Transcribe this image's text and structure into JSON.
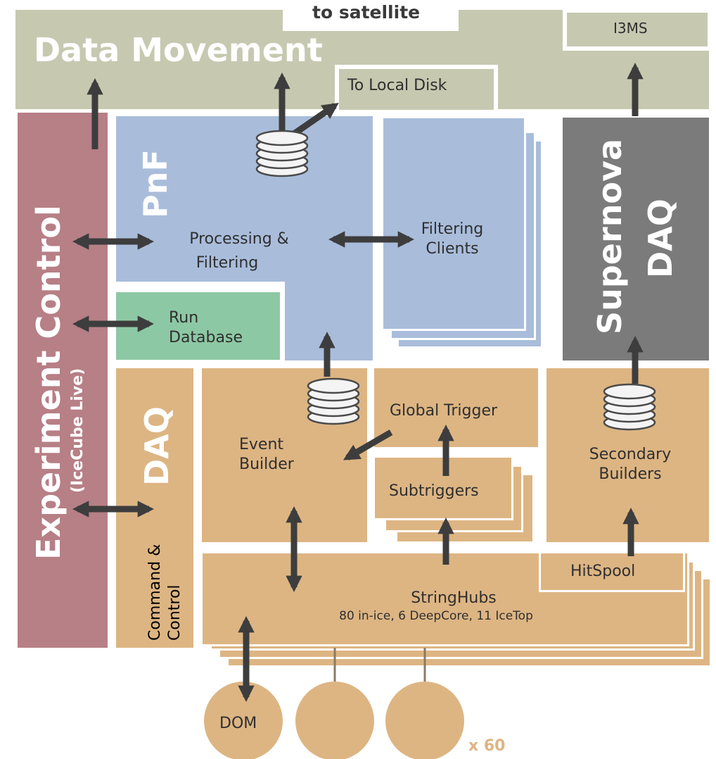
{
  "colors": {
    "data_movement": "#c6c9b0",
    "experiment_control": "#b77f86",
    "pnf": "#a9bddb",
    "run_database": "#8dc8a4",
    "daq": "#ddb583",
    "supernova": "#7b7b7b",
    "arrow": "#3d3d3d",
    "stack_line": "#4a4a4a"
  },
  "data_movement": {
    "title": "Data Movement",
    "to_satellite": "to satellite",
    "i3ms": "I3MS",
    "to_local_disk": "To Local Disk"
  },
  "experiment_control": {
    "title": "Experiment Control",
    "subtitle": "(IceCube Live)"
  },
  "pnf": {
    "title": "PnF",
    "processing_line1": "Processing &",
    "processing_line2": "Filtering"
  },
  "filtering_clients": {
    "line1": "Filtering",
    "line2": "Clients"
  },
  "run_database": {
    "line1": "Run",
    "line2": "Database"
  },
  "supernova": {
    "line1": "Supernova",
    "line2": "DAQ"
  },
  "daq": {
    "title": "DAQ",
    "command_line1": "Command &",
    "command_line2": "Control"
  },
  "event_builder": {
    "line1": "Event",
    "line2": "Builder"
  },
  "global_trigger": {
    "label": "Global Trigger"
  },
  "subtriggers": {
    "label": "Subtriggers"
  },
  "secondary_builders": {
    "line1": "Secondary",
    "line2": "Builders"
  },
  "hitspool": {
    "label": "HitSpool"
  },
  "stringhubs": {
    "title": "StringHubs",
    "detail": "80 in-ice, 6 DeepCore, 11 IceTop"
  },
  "dom": {
    "label": "DOM",
    "count": "x 60"
  }
}
